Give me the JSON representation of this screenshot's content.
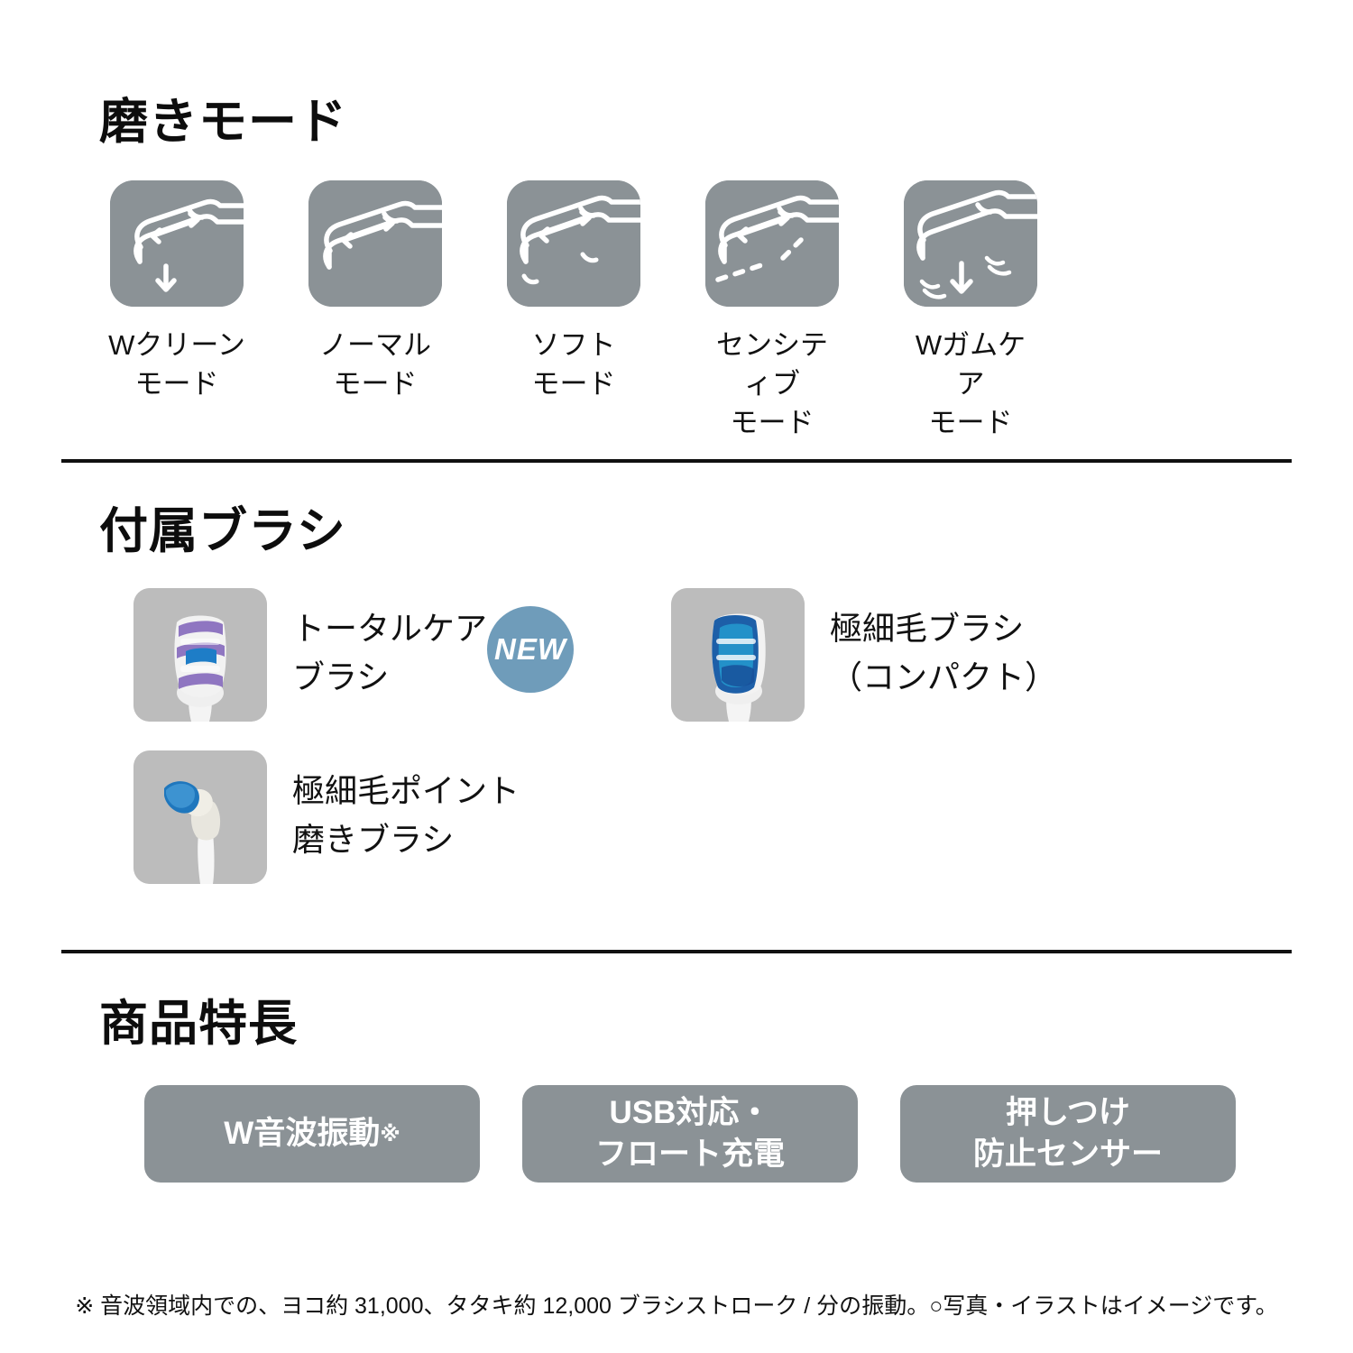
{
  "sections": {
    "modes": {
      "heading": "磨きモード",
      "items": [
        {
          "label": "Wクリーン\nモード",
          "icon": "brush-head-horizontal-and-down-arrow-icon"
        },
        {
          "label": "ノーマル\nモード",
          "icon": "brush-head-horizontal-arrow-icon"
        },
        {
          "label": "ソフト\nモード",
          "icon": "brush-head-horizontal-arrow-soft-waves-icon"
        },
        {
          "label": "センシティブ\nモード",
          "icon": "brush-head-horizontal-arrow-dashed-icon"
        },
        {
          "label": "Wガムケア\nモード",
          "icon": "brush-head-down-arrow-waves-icon"
        }
      ]
    },
    "brushes": {
      "heading": "付属ブラシ",
      "badge": "NEW",
      "items": [
        {
          "label": "トータルケア\nブラシ",
          "image": "total-care-brush-head-photo",
          "badge": "NEW"
        },
        {
          "label": "極細毛ブラシ\n（コンパクト）",
          "image": "ultra-fine-bristle-compact-brush-head-photo"
        },
        {
          "label": "極細毛ポイント\n磨きブラシ",
          "image": "ultra-fine-point-brush-head-photo"
        }
      ]
    },
    "features": {
      "heading": "商品特長",
      "pills": [
        {
          "text": "W音波振動",
          "ref": "※"
        },
        {
          "text": "USB対応・\nフロート充電",
          "ref": ""
        },
        {
          "text": "押しつけ\n防止センサー",
          "ref": ""
        }
      ]
    }
  },
  "footnote": "※ 音波領域内での、ヨコ約 31,000、タタキ約 12,000 ブラシストローク / 分の振動。○写真・イラストはイメージです。",
  "colors": {
    "tile_gray": "#8b9296",
    "thumb_gray": "#bcbcbc",
    "badge_blue": "#6f9cba",
    "text_black": "#111111"
  }
}
